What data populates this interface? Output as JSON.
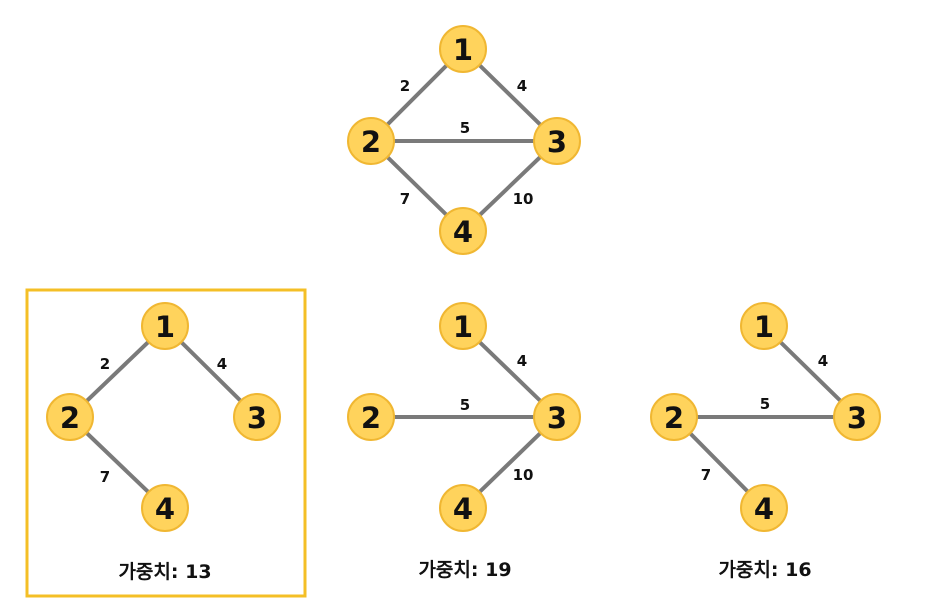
{
  "colors": {
    "node_fill": "#ffd35c",
    "node_stroke": "#f0b732",
    "edge": "#7a7a7a",
    "highlight": "#f4bf26",
    "text": "#111111"
  },
  "graphs": [
    {
      "id": "original",
      "caption": "",
      "highlighted": false,
      "nodes": [
        "1",
        "2",
        "3",
        "4"
      ],
      "edges": [
        {
          "from": "1",
          "to": "2",
          "weight": "2"
        },
        {
          "from": "1",
          "to": "3",
          "weight": "4"
        },
        {
          "from": "2",
          "to": "3",
          "weight": "5"
        },
        {
          "from": "2",
          "to": "4",
          "weight": "7"
        },
        {
          "from": "3",
          "to": "4",
          "weight": "10"
        }
      ]
    },
    {
      "id": "spanning-tree-a",
      "caption": "가중치: 13",
      "highlighted": true,
      "nodes": [
        "1",
        "2",
        "3",
        "4"
      ],
      "edges": [
        {
          "from": "1",
          "to": "2",
          "weight": "2"
        },
        {
          "from": "1",
          "to": "3",
          "weight": "4"
        },
        {
          "from": "2",
          "to": "4",
          "weight": "7"
        }
      ]
    },
    {
      "id": "spanning-tree-b",
      "caption": "가중치: 19",
      "highlighted": false,
      "nodes": [
        "1",
        "2",
        "3",
        "4"
      ],
      "edges": [
        {
          "from": "1",
          "to": "3",
          "weight": "4"
        },
        {
          "from": "2",
          "to": "3",
          "weight": "5"
        },
        {
          "from": "3",
          "to": "4",
          "weight": "10"
        }
      ]
    },
    {
      "id": "spanning-tree-c",
      "caption": "가중치: 16",
      "highlighted": false,
      "nodes": [
        "1",
        "2",
        "3",
        "4"
      ],
      "edges": [
        {
          "from": "1",
          "to": "3",
          "weight": "4"
        },
        {
          "from": "2",
          "to": "3",
          "weight": "5"
        },
        {
          "from": "2",
          "to": "4",
          "weight": "7"
        }
      ]
    }
  ]
}
